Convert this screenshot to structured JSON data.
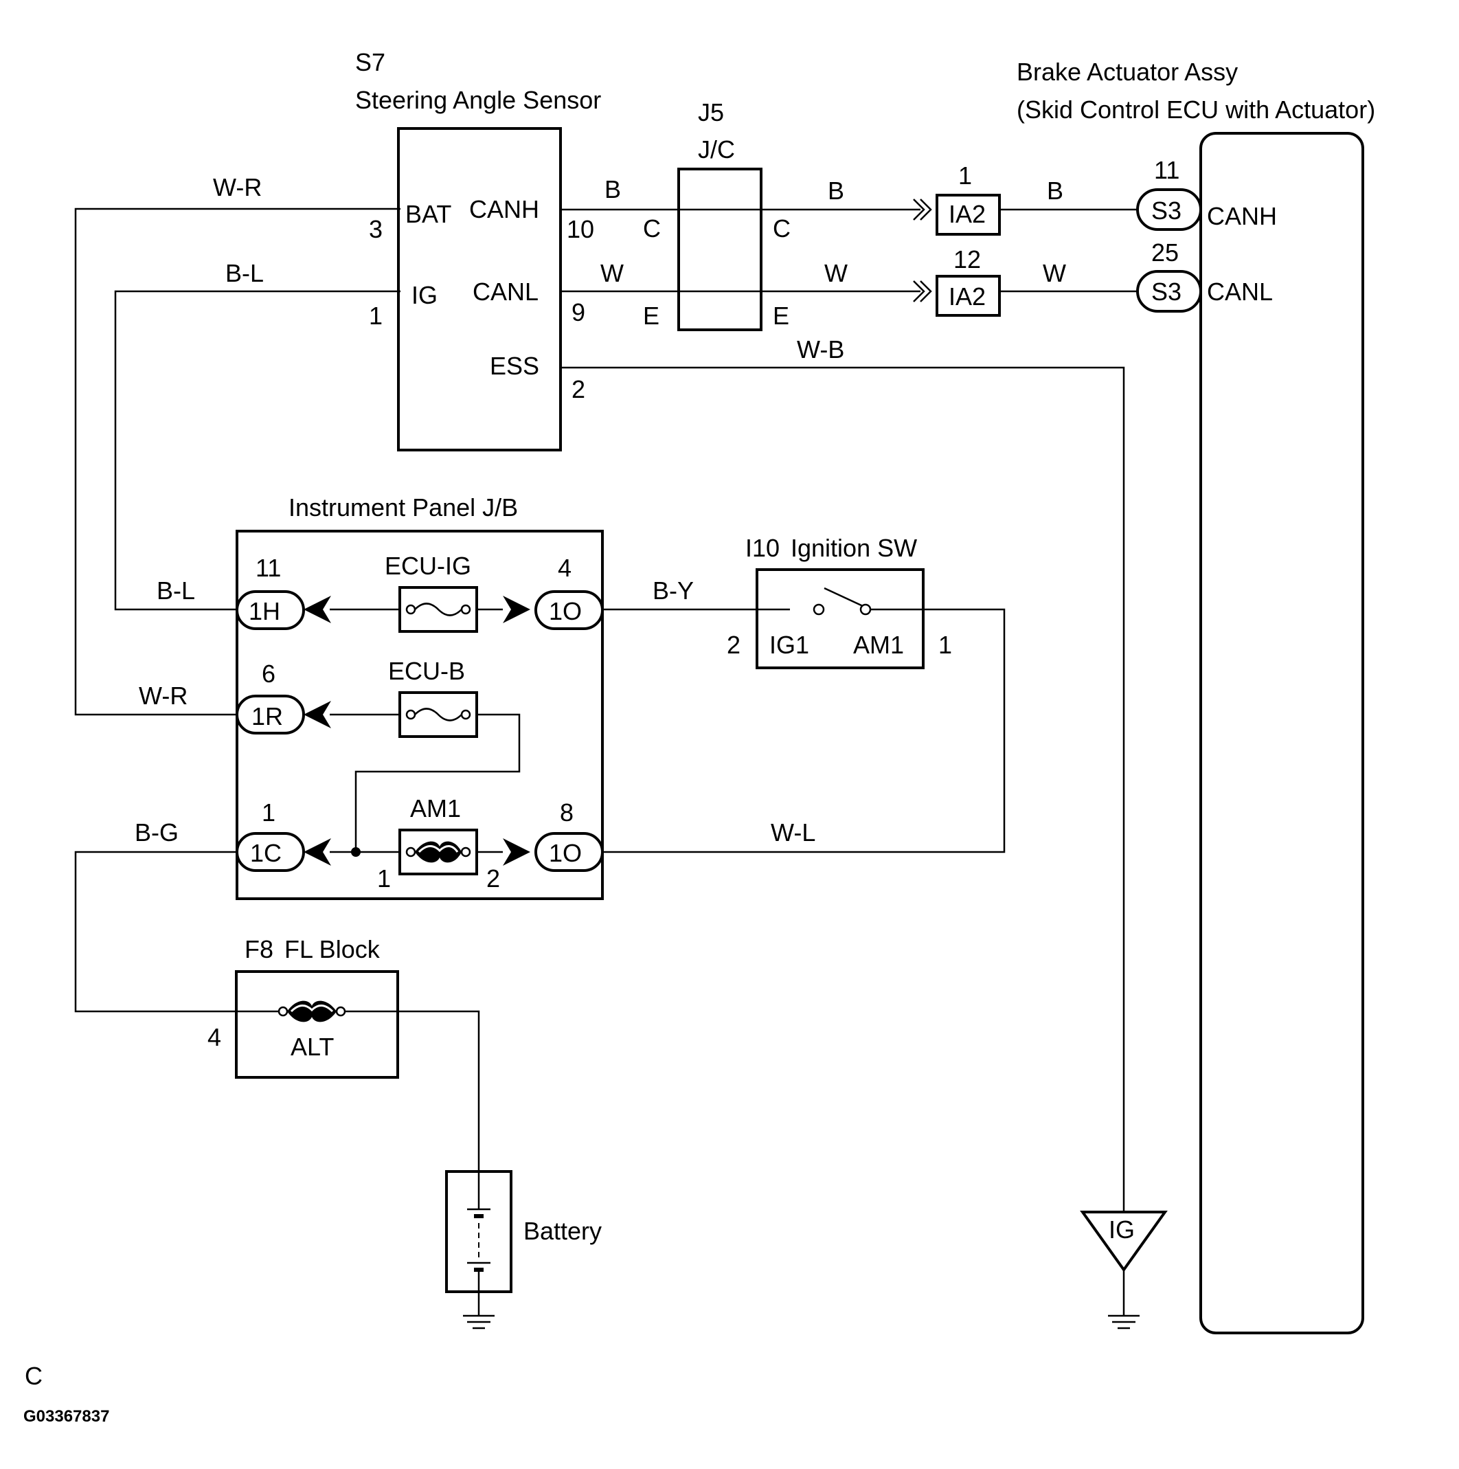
{
  "components": {
    "steering_sensor": {
      "code": "S7",
      "name": "Steering Angle Sensor",
      "pins": {
        "bat": "BAT",
        "ig": "IG",
        "canh": "CANH",
        "canl": "CANL",
        "ess": "ESS"
      },
      "pin_numbers": {
        "bat": "3",
        "ig": "1",
        "canh": "10",
        "canl": "9",
        "ess": "2"
      }
    },
    "junction_connector": {
      "code": "J5",
      "name": "J/C",
      "pins": {
        "c_left": "C",
        "c_right": "C",
        "e_left": "E",
        "e_right": "E"
      }
    },
    "brake_actuator": {
      "name": "Brake Actuator Assy",
      "subtitle": "(Skid Control ECU with Actuator)",
      "pins": {
        "canh": "CANH",
        "canl": "CANL"
      },
      "connector": "S3",
      "pin_numbers": {
        "canh": "11",
        "canl": "25"
      }
    },
    "ia2": {
      "label": "IA2",
      "pin_canh": "1",
      "pin_canl": "12"
    },
    "instrument_panel_jb": {
      "name": "Instrument Panel J/B",
      "fuses": {
        "ecu_ig": "ECU-IG",
        "ecu_b": "ECU-B",
        "am1": "AM1"
      },
      "connectors": {
        "c1h": "1H",
        "c1r": "1R",
        "c1c": "1C",
        "c1o_top": "1O",
        "c1o_bottom": "1O"
      },
      "pin_numbers": {
        "c1h": "11",
        "c1r": "6",
        "c1c": "1",
        "c1o_top": "4",
        "c1o_bottom": "8",
        "am1_in": "1",
        "am1_out": "2"
      }
    },
    "ignition_switch": {
      "code": "I10",
      "name": "Ignition SW",
      "pins": {
        "ig1": "IG1",
        "am1": "AM1"
      },
      "pin_numbers": {
        "ig1": "2",
        "am1": "1"
      }
    },
    "fl_block": {
      "code": "F8",
      "name": "FL Block",
      "fuse": "ALT",
      "pin": "4"
    },
    "battery": {
      "name": "Battery"
    },
    "ground_ig": {
      "label": "IG"
    }
  },
  "wires": {
    "w_r_top": "W-R",
    "b_l_top": "B-L",
    "b_canh_1": "B",
    "b_canh_2": "B",
    "b_canh_3": "B",
    "w_canl_1": "W",
    "w_canl_2": "W",
    "w_canl_3": "W",
    "w_b": "W-B",
    "b_l_jb": "B-L",
    "w_r_jb": "W-R",
    "b_g": "B-G",
    "b_y": "B-Y",
    "w_l": "W-L"
  },
  "footer": {
    "letter": "C",
    "figure_id": "G03367837"
  }
}
